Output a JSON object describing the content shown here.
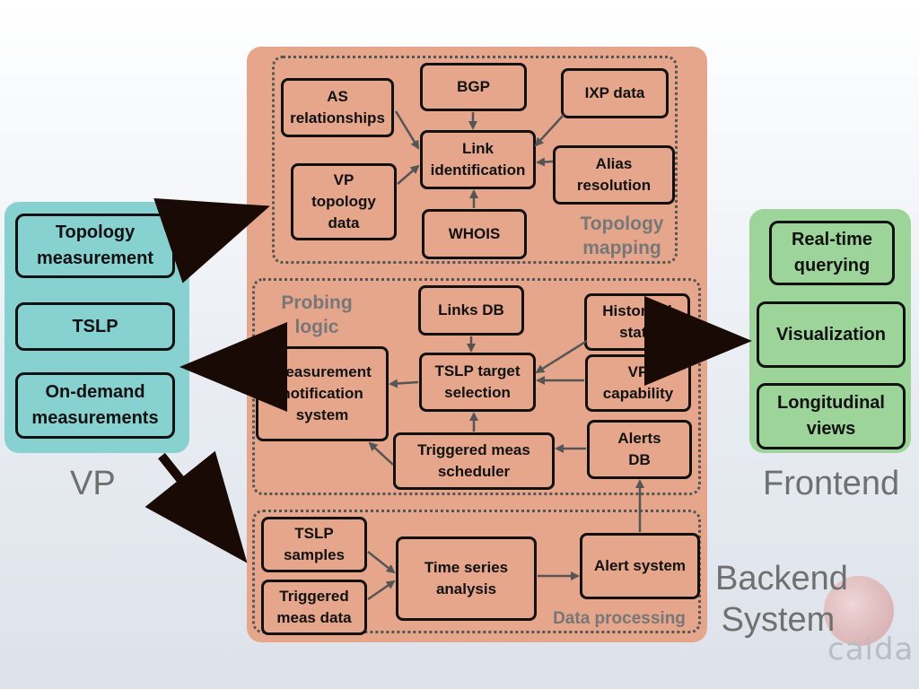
{
  "groups": {
    "vp_label": "VP",
    "frontend_label": "Frontend",
    "backend_label": "Backend\nSystem",
    "topology_mapping_label": "Topology\nmapping",
    "probing_logic_label": "Probing\nlogic",
    "data_processing_label": "Data processing"
  },
  "vp": {
    "topology_measurement": "Topology\nmeasurement",
    "tslp": "TSLP",
    "on_demand_measurements": "On-demand\nmeasurements"
  },
  "topology_mapping": {
    "as_relationships": "AS\nrelationships",
    "bgp": "BGP",
    "ixp_data": "IXP data",
    "link_identification": "Link\nidentification",
    "alias_resolution": "Alias\nresolution",
    "vp_topology_data": "VP\ntopology\ndata",
    "whois": "WHOIS"
  },
  "probing_logic": {
    "links_db": "Links DB",
    "historical_state": "Historical\nstate",
    "measurement_notification_system": "Measurement\nnotification\nsystem",
    "tslp_target_selection": "TSLP target\nselection",
    "vp_capability": "VP\ncapability",
    "triggered_meas_scheduler": "Triggered meas\nscheduler",
    "alerts_db": "Alerts\nDB"
  },
  "data_processing": {
    "tslp_samples": "TSLP\nsamples",
    "time_series_analysis": "Time series\nanalysis",
    "alert_system": "Alert system",
    "triggered_meas_data": "Triggered\nmeas data"
  },
  "frontend": {
    "real_time_querying": "Real-time\nquerying",
    "visualization": "Visualization",
    "longitudinal_views": "Longitudinal\nviews"
  },
  "logo": {
    "text": "caida"
  },
  "colors": {
    "backend_panel": "#e6a68c",
    "vp_panel": "#87d1d0",
    "frontend_panel": "#9cd49a",
    "box_border": "#111111",
    "thin_arrow": "#555555",
    "thick_arrow": "#1a0a05"
  }
}
